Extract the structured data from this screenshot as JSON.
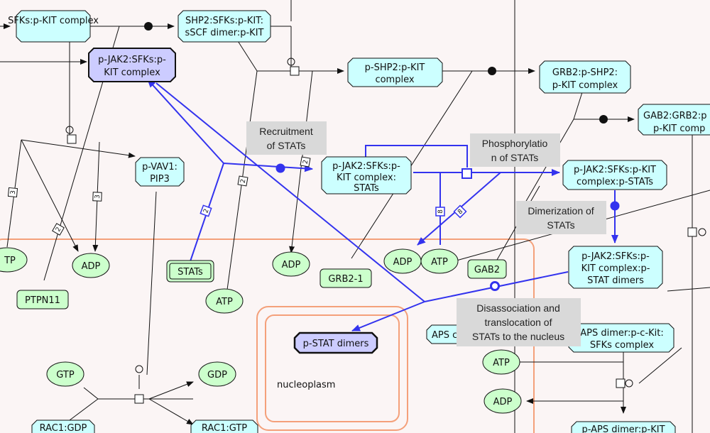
{
  "nodes": {
    "sfks_pkit": "SFKs:p-KIT complex",
    "shp2_complex_l1": "SHP2:SFKs:p-KIT:",
    "shp2_complex_l2": "sSCF dimer:p-KIT",
    "pjak2_l1": "p-JAK2:SFKs:p-",
    "pjak2_l2": "KIT complex",
    "pshp2_l1": "p-SHP2:p-KIT",
    "pshp2_l2": "complex",
    "grb2_pshp2_l1": "GRB2:p-SHP2:",
    "grb2_pshp2_l2": "p-KIT complex",
    "gab2_grb2_l1": "GAB2:GRB2:p",
    "gab2_grb2_l2": "p-KIT comp",
    "pvav1_l1": "p-VAV1:",
    "pvav1_l2": "PIP3",
    "pjak2_stats_l1": "p-JAK2:SFKs:p-",
    "pjak2_stats_l2": "KIT complex:",
    "pjak2_stats_l3": "STATs",
    "pjak2_pstats_l1": "p-JAK2:SFKs:p-KIT",
    "pjak2_pstats_l2": "complex:p-STATs",
    "pjak2_dimers_l1": "p-JAK2:SFKs:p-",
    "pjak2_dimers_l2": "KIT complex:p-",
    "pjak2_dimers_l3": "STAT dimers",
    "aps_small": "APS c",
    "aps_dimer_l1": "APS dimer:p-c-Kit:",
    "aps_dimer_l2": "SFKs complex",
    "aps_bottom": "p-APS dimer:p-KIT",
    "pstat_dimers": "p-STAT dimers",
    "stats": "STATs",
    "ptpn11": "PTPN11",
    "grb2_1": "GRB2-1",
    "gab2": "GAB2",
    "atp_left": "TP",
    "adp_1": "ADP",
    "adp_2": "ADP",
    "atp_1": "ATP",
    "adp_3": "ADP",
    "atp_2": "ATP",
    "atp_3": "ATP",
    "adp_4": "ADP",
    "gtp": "GTP",
    "gdp": "GDP",
    "rac1_gdp": "RAC1:GDP",
    "rac1_gtp": "RAC1:GTP",
    "nucleoplasm": "nucleoplasm"
  },
  "labels": {
    "recruitment_l1": "Recruitment",
    "recruitment_l2": "of STATs",
    "phospho_l1": "Phosphorylatio",
    "phospho_l2": "n of STATs",
    "dimer_l1": "Dimerization of",
    "dimer_l2": "STATs",
    "dissoc_l1": "Disassociation and",
    "dissoc_l2": "translocation of",
    "dissoc_l3": "STATs to the nucleus"
  },
  "stoich": {
    "s3a": "3",
    "s3b": "3",
    "s2a": "2",
    "s2b": "2",
    "s2c": "2",
    "s2d": "2",
    "s8a": "8",
    "s8b": "8"
  },
  "colors": {
    "complex": "#ccffff",
    "selected_complex": "#ccccff",
    "small_molecule": "#ccffcc",
    "reaction_line_highlight": "#3333ee",
    "compartment": "#f4a07a",
    "label_box": "#d9d9d9"
  }
}
